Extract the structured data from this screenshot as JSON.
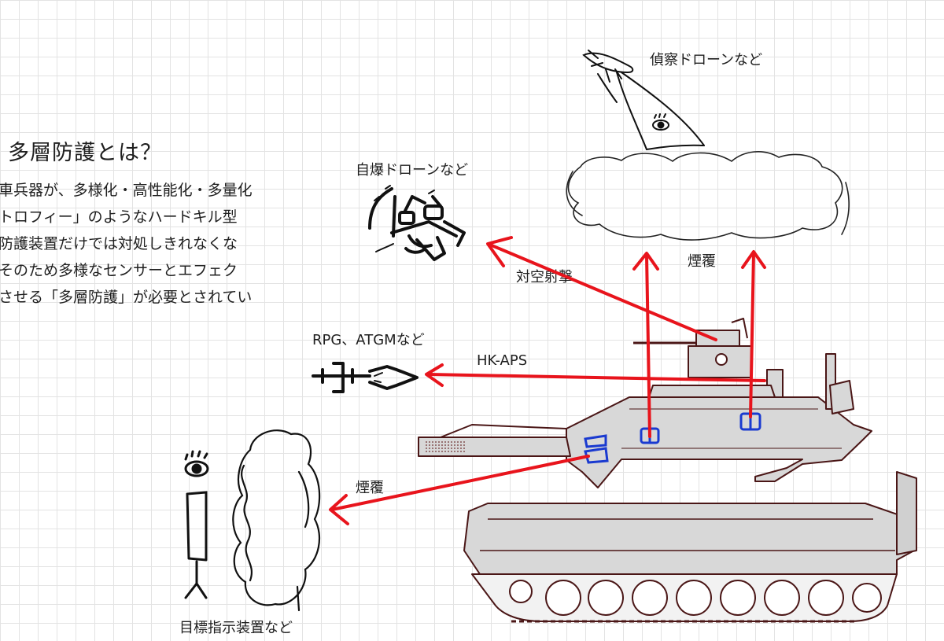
{
  "title": "多層防護とは？",
  "body_lines": [
    "車兵器が、多様化・高性能化・多量化",
    "トロフィー」のようなハードキル型",
    "防護装置だけでは対処しきれなくな",
    "そのため多様なセンサーとエフェク",
    "させる「多層防護」が必要とされてい"
  ],
  "labels": {
    "recon_drone": "偵察ドローンなど",
    "suicide_drone": "自爆ドローンなど",
    "smoke_top": "煙覆",
    "aa_fire": "対空射撃",
    "rpg_atgm": "RPG、ATGMなど",
    "hk_aps": "HK-APS",
    "smoke_side": "煙覆",
    "target_designator": "目標指示装置など"
  },
  "colors": {
    "arrow": "#e8141c",
    "smoke_launcher": "#1a3ad0",
    "tank_fill": "#d8d8d8",
    "tank_outline": "#4a1616"
  }
}
